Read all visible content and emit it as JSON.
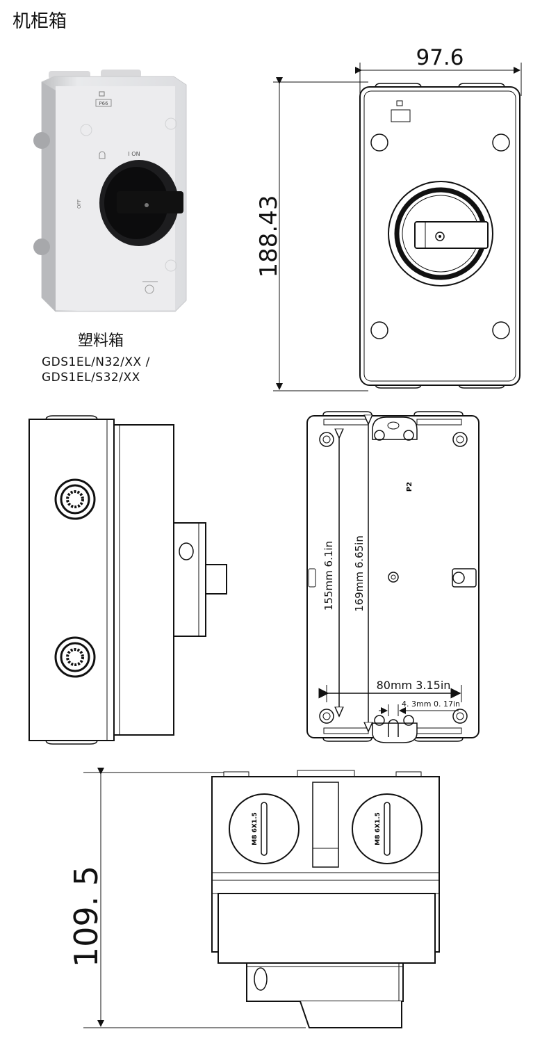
{
  "title": "机柜箱",
  "product": {
    "name": "塑料箱",
    "models": [
      "GDS1EL/N32/XX  /",
      "GDS1EL/S32/XX"
    ]
  },
  "front_view": {
    "width_label": "97.6",
    "height_label": "188.43"
  },
  "back_view": {
    "dim_155": "155mm 6.1in",
    "dim_169": "169mm 6.65in",
    "dim_80": "80mm 3.15in",
    "dim_43": "4. 3mm 0. 17in",
    "marking": "P2"
  },
  "photo": {
    "badge": "P66",
    "on_label": "I ON",
    "off_label": "OFF"
  },
  "gland_label": "M8 6X1.5",
  "bottom_view": {
    "depth_label": "109. 5"
  }
}
